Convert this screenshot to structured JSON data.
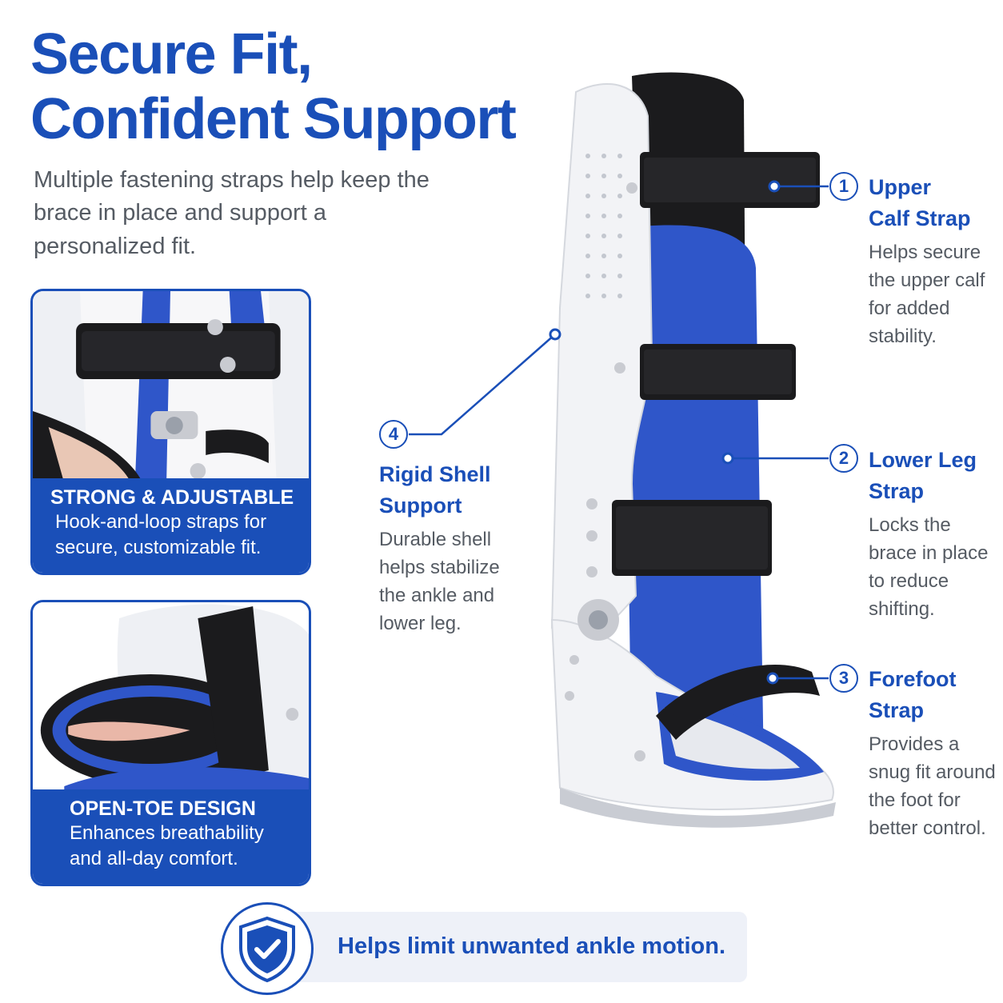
{
  "headline": {
    "line1": "Secure Fit,",
    "line2": "Confident Support"
  },
  "intro": "Multiple fastening straps help keep the brace in place and support a personalized fit.",
  "cards": [
    {
      "title": "STRONG & ADJUSTABLE",
      "text_line1": "Hook-and-loop straps for",
      "text_line2": "secure, customizable fit."
    },
    {
      "title": "OPEN-TOE DESIGN",
      "text_line1": "Enhances breathability",
      "text_line2": "and all-day comfort."
    }
  ],
  "callouts": [
    {
      "number": "1",
      "title_line1": "Upper",
      "title_line2": "Calf Strap",
      "text": "Helps secure the upper calf for added stability."
    },
    {
      "number": "2",
      "title_line1": "Lower Leg",
      "title_line2": "Strap",
      "text": "Locks the brace in place to reduce shifting."
    },
    {
      "number": "3",
      "title_line1": "Forefoot",
      "title_line2": "Strap",
      "text": "Provides a snug fit around the foot for better control."
    },
    {
      "number": "4",
      "title_line1": "Rigid Shell",
      "title_line2": "Support",
      "text": "Durable shell helps stabilize the ankle and lower leg."
    }
  ],
  "banner": {
    "text": "Helps limit unwanted ankle motion."
  },
  "colors": {
    "brand_blue": "#1a4fb8",
    "body_gray": "#555b63",
    "strap_black": "#1b1b1d",
    "padding_blue": "#2f56c9",
    "shell_white": "#f2f3f6"
  },
  "icons": {
    "banner": "shield-check-icon"
  }
}
